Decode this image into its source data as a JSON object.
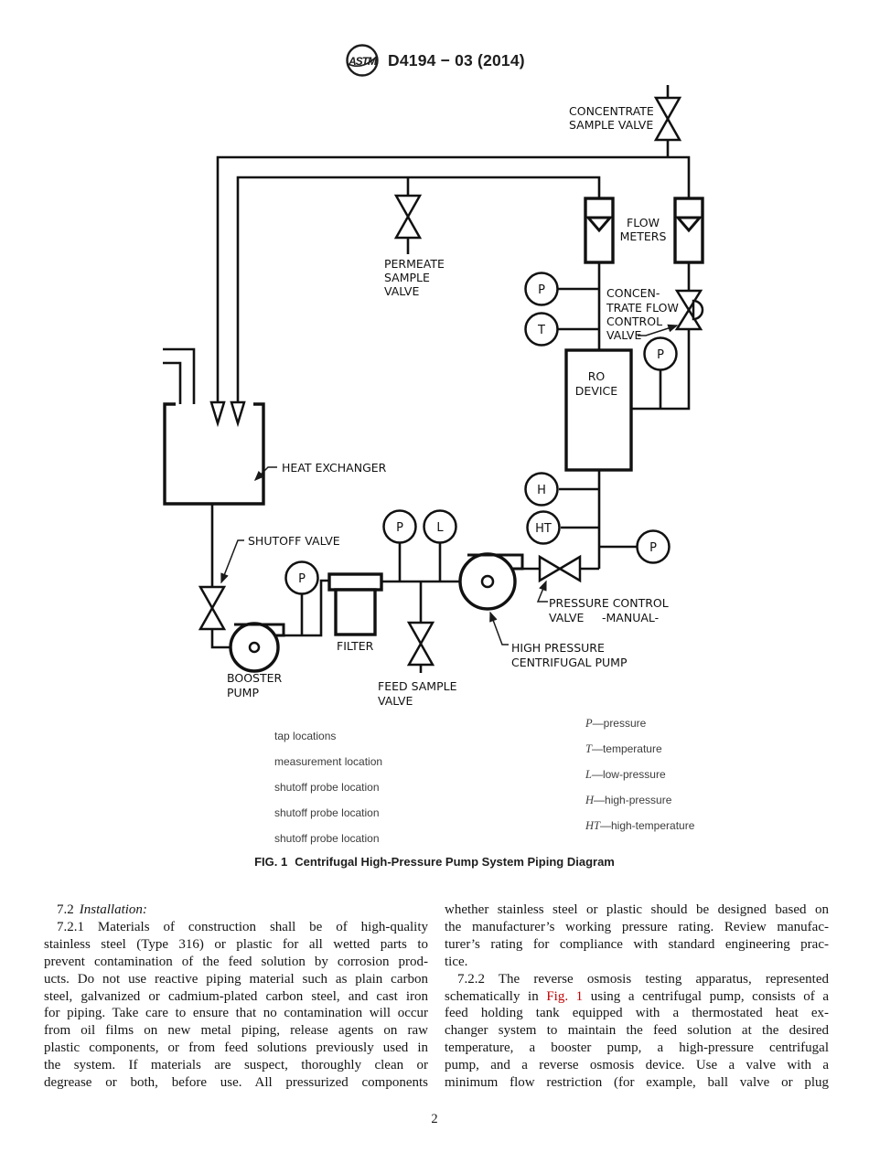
{
  "header": {
    "logo_text": "ASTM",
    "designation": "D4194 − 03 (2014)"
  },
  "figure": {
    "labels": {
      "concentrate_sample_valve": [
        "CONCENTRATE",
        "SAMPLE VALVE"
      ],
      "permeate_sample_valve": [
        "PERMEATE",
        "SAMPLE",
        "VALVE"
      ],
      "flow_meters": [
        "FLOW",
        "METERS"
      ],
      "concentrate_flow_control_valve": [
        "CONCEN-",
        "TRATE FLOW",
        "CONTROL",
        "VALVE"
      ],
      "ro_device": [
        "RO",
        "DEVICE"
      ],
      "heat_exchanger": "HEAT EXCHANGER",
      "shutoff_valve": "SHUTOFF VALVE",
      "filter": "FILTER",
      "booster_pump": [
        "BOOSTER",
        "PUMP"
      ],
      "feed_sample_valve": [
        "FEED SAMPLE",
        "VALVE"
      ],
      "pressure_control_valve": [
        "PRESSURE CONTROL",
        "VALVE",
        "-MANUAL-"
      ],
      "high_pressure_pump": [
        "HIGH PRESSURE",
        "CENTRIFUGAL PUMP"
      ],
      "gauges": {
        "p": "P",
        "t": "T",
        "l": "L",
        "h": "H",
        "ht": "HT"
      }
    },
    "legend": {
      "items_left": [
        "tap locations",
        "measurement location",
        "shutoff probe location",
        "shutoff probe location",
        "shutoff probe location"
      ],
      "items_right": [
        {
          "sym": "P",
          "desc": "—pressure"
        },
        {
          "sym": "T",
          "desc": "—temperature"
        },
        {
          "sym": "L",
          "desc": "—low-pressure"
        },
        {
          "sym": "H",
          "desc": "—high-pressure"
        },
        {
          "sym": "HT",
          "desc": "—high-temperature"
        }
      ]
    },
    "caption": {
      "fig": "FIG. 1",
      "title": "Centrifugal High-Pressure Pump System Piping Diagram"
    }
  },
  "body": {
    "left_column": {
      "heading": {
        "number": "7.2",
        "title": "Installation:"
      },
      "para_lines": [
        "7.2.1 Materials of construction shall be of high-quality",
        "stainless steel (Type 316) or plastic for all wetted parts to",
        "prevent contamination of the feed solution by corrosion prod-",
        "ucts. Do not use reactive piping material such as plain carbon",
        "steel, galvanized or cadmium-plated carbon steel, and cast iron",
        "for piping. Take care to ensure that no contamination will occur",
        "from oil films on new metal piping, release agents on raw",
        "plastic components, or from feed solutions previously used in",
        "the system. If materials are suspect, thoroughly clean or",
        "degrease or both, before use. All pressurized components"
      ]
    },
    "right_column": {
      "para1_lines": [
        "whether stainless steel or plastic should be designed based on",
        "the manufacturer’s working pressure rating. Review manufac-",
        "turer’s rating for compliance with standard engineering prac-",
        "tice."
      ],
      "para2": {
        "line1": "7.2.2 The reverse osmosis testing apparatus, represented",
        "line2_before": "schematically in ",
        "line2_link": "Fig. 1",
        "line2_after": " using a centrifugal pump, consists of a",
        "rest": [
          "feed holding tank equipped with a thermostated heat ex-",
          "changer system to maintain the feed solution at the desired",
          "temperature, a booster pump, a high-pressure centrifugal",
          "pump, and a reverse osmosis device. Use a valve with a",
          "minimum flow restriction (for example, ball valve or plug"
        ]
      }
    }
  },
  "footer": {
    "page_number": "2"
  }
}
